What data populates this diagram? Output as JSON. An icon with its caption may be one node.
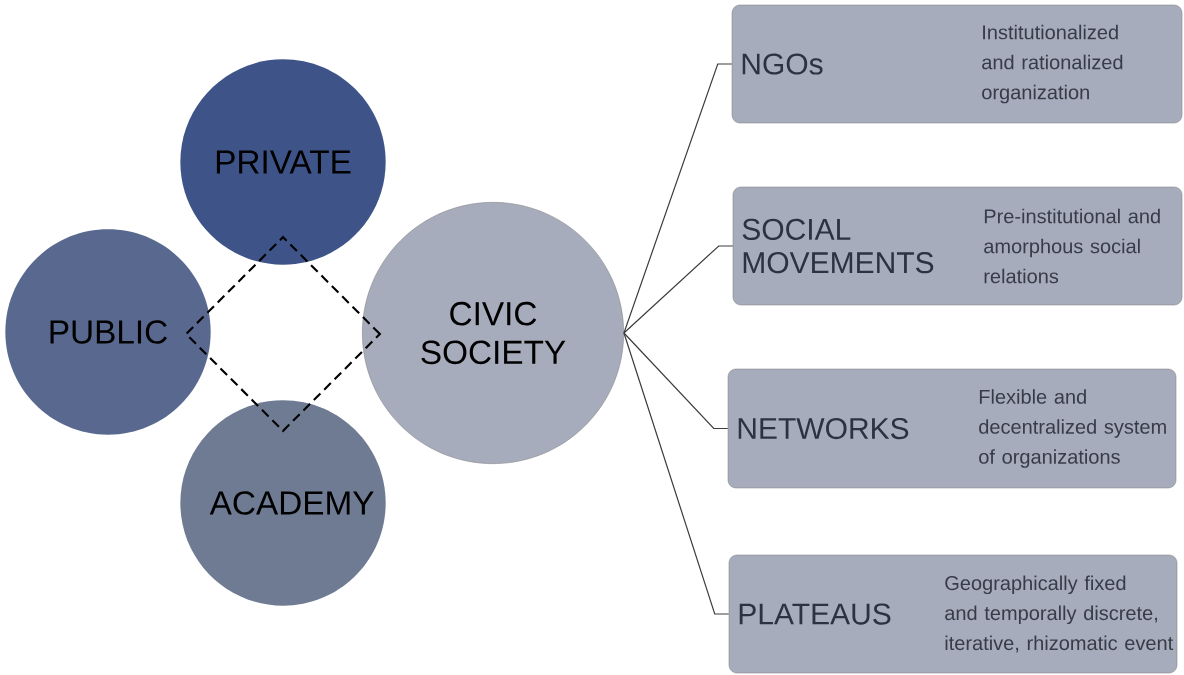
{
  "diagram": {
    "nodes": [
      {
        "text": [
          "PRIVATE"
        ]
      },
      {
        "text": [
          "PUBLIC"
        ]
      },
      {
        "text": [
          "CIVIC SOCIETY"
        ]
      },
      {
        "text": [
          "ACADEMY"
        ]
      },
      {
        "text": [
          "NGOs",
          "Institutionalized and rationalized organization"
        ]
      },
      {
        "text": [
          "SOCIAL MOVEMENTS",
          "Pre-institutional and amorphous social relations"
        ]
      },
      {
        "text": [
          "NETWORKS",
          "Flexible and decentralized system of organizations"
        ]
      },
      {
        "text": [
          "PLATEAUS",
          "Geographically fixed and temporally discrete, iterative, rhizomatic event"
        ]
      },
      {
        "text": [],
        "shape": "diamond"
      }
    ],
    "edges": [
      {
        "from": 2,
        "to": 4,
        "arrow": "none"
      },
      {
        "from": 2,
        "to": 5,
        "arrow": "none"
      },
      {
        "from": 2,
        "to": 6,
        "arrow": "none"
      },
      {
        "from": 2,
        "to": 7,
        "arrow": "none"
      }
    ]
  }
}
